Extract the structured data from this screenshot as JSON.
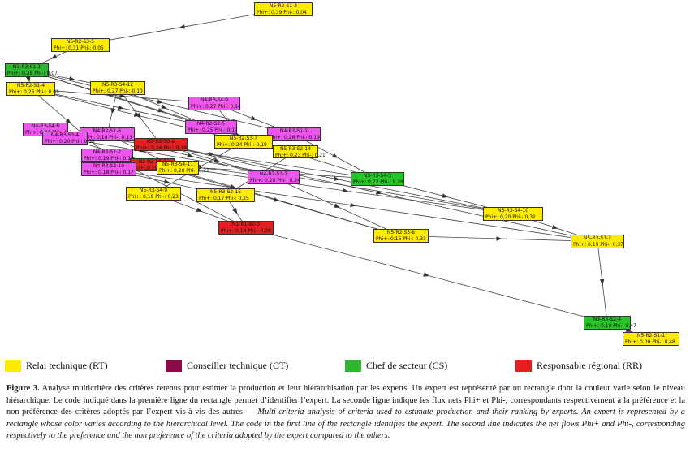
{
  "colors": {
    "RT": "#ffeb00",
    "CT": "#8c0a48",
    "CS": "#2fb52f",
    "RR": "#e81d1d",
    "N4": "#ee55ee",
    "CSnode": "#27c427",
    "RRnode": "#e02121"
  },
  "nodes": [
    {
      "id": "n1",
      "code": "N5-R2-S1-3",
      "flux": "Phi+: 0,39  Phi-: 0,04",
      "color": "RT"
    },
    {
      "id": "n2",
      "code": "N5-R2-S3-5",
      "flux": "Phi+: 0,31  Phi-: 0,05",
      "color": "RT"
    },
    {
      "id": "n3",
      "code": "N3-R3-S1-1",
      "flux": "Phi+: 0,28  Phi-: 0,07",
      "color": "CS"
    },
    {
      "id": "n4",
      "code": "N5-R2-S1-4",
      "flux": "Phi+: 0,26  Phi-: 0,09",
      "color": "RT"
    },
    {
      "id": "n5",
      "code": "N5-R3-S4-12",
      "flux": "Phi+: 0,27  Phi-: 0,10",
      "color": "RT"
    },
    {
      "id": "n6",
      "code": "N4-R3-S4-9",
      "flux": "Phi+: 0,27  Phi-: 0,14",
      "color": "N4"
    },
    {
      "id": "n7",
      "code": "N4-R3-S4-8",
      "flux": "Phi+: 0,31  Phi-: 0,1",
      "color": "N4"
    },
    {
      "id": "n8",
      "code": "N4-R2-S1-6",
      "flux": "Phi+: 0,18  Phi-: 0,13",
      "color": "N4"
    },
    {
      "id": "n9",
      "code": "N4-R3-S3-4",
      "flux": "Phi+: 0,20  Phi-: 0,15",
      "color": "N4"
    },
    {
      "id": "n10",
      "code": "N4-R2-S2-5",
      "flux": "Phi+: 0,25  Phi-: 0,17",
      "color": "N4"
    },
    {
      "id": "n11",
      "code": "N4-R2-S1-1",
      "flux": "Phi+: 0,26  Phi-: 0,19",
      "color": "N4"
    },
    {
      "id": "n12",
      "code": "N2-R2-S0-2",
      "flux": "Phi+: 0,24  Phi-: 0,18",
      "color": "RRnode"
    },
    {
      "id": "n13",
      "code": "N5-R2-S3-7",
      "flux": "Phi+: 0,24  Phi-: 0,19",
      "color": "RT"
    },
    {
      "id": "n14",
      "code": "N5-R3-S2-14",
      "flux": "Phi+: 0,23  Phi-: 0,21",
      "color": "RT"
    },
    {
      "id": "n15",
      "code": "N4-R3-S1-2",
      "flux": "Phi+: 0,19  Phi-: 0,18",
      "color": "N4"
    },
    {
      "id": "n16",
      "code": "N2-R3-S0-1",
      "flux": "Phi+: 0,19  Phi-: 0,2",
      "color": "RRnode"
    },
    {
      "id": "n17",
      "code": "N4-R3-S2-10",
      "flux": "Phi+: 0,18  Phi-: 0,17",
      "color": "N4"
    },
    {
      "id": "n18",
      "code": "N5-R3-S4-11",
      "flux": "Phi+: 0,20  Phi-: 0,21",
      "color": "RT"
    },
    {
      "id": "n19",
      "code": "N4-R2-S3-3",
      "flux": "Phi+: 0,20  Phi-: 0,24",
      "color": "N4"
    },
    {
      "id": "n20",
      "code": "N3-R3-S4-3",
      "flux": "Phi+: 0,22  Phi-: 0,26",
      "color": "CSnode"
    },
    {
      "id": "n21",
      "code": "N5-R3-S4-9",
      "flux": "Phi+: 0,18  Phi-: 0,23",
      "color": "RT"
    },
    {
      "id": "n22",
      "code": "N5-R3-S2-15",
      "flux": "Phi+: 0,17  Phi-: 0,25",
      "color": "RT"
    },
    {
      "id": "n23",
      "code": "N5-R3-S4-10",
      "flux": "Phi+: 0,20  Phi-: 0,32",
      "color": "RT"
    },
    {
      "id": "n24",
      "code": "N2-R1-S0-3",
      "flux": "Phi+: 0,14  Phi-: 0,28",
      "color": "RRnode"
    },
    {
      "id": "n25",
      "code": "N5-R2-S3-8",
      "flux": "Phi+: 0,16  Phi-: 0,33",
      "color": "RT"
    },
    {
      "id": "n26",
      "code": "N5-R3-S1-2",
      "flux": "Phi+: 0,19  Phi-: 0,37",
      "color": "RT"
    },
    {
      "id": "n27",
      "code": "N3-R3-S2-4",
      "flux": "Phi+: 0,10  Phi-: 0,47",
      "color": "CSnode"
    },
    {
      "id": "n28",
      "code": "N5-R2-S1-1",
      "flux": "Phi+: 0,09  Phi-: 0,48",
      "color": "RT"
    }
  ],
  "legend": [
    {
      "key": "RT",
      "label": "Relai technique (RT)"
    },
    {
      "key": "CT",
      "label": "Conseiller technique (CT)"
    },
    {
      "key": "CS",
      "label": "Chef de secteur (CS)"
    },
    {
      "key": "RR",
      "label": "Responsable régional (RR)"
    }
  ],
  "caption": {
    "label": "Figure 3.",
    "french": " Analyse multicritère des critères retenus pour estimer la production et leur hiérarchisation par les experts. Un expert est représenté par un rectangle dont la couleur varie selon le niveau hiérarchique. Le code indiqué dans la première ligne du rectangle permet d’identifier l’expert. La seconde ligne indique les flux nets Phi+ et Phi-, correspondants respectivement à la préférence et la non-préférence des critères adoptés par l’expert vis-à-vis des autres — ",
    "english": "Multi-criteria analysis of criteria used to estimate production and their ranking by experts. An expert is represented by a rectangle whose color varies according to the hierarchical level. The code in the first line of the rectangle identifies the expert. The second line indicates the net flows Phi+ and Phi-, corresponding respectively to the preference and the non preference of the criteria adopted by the expert compared to the others."
  }
}
